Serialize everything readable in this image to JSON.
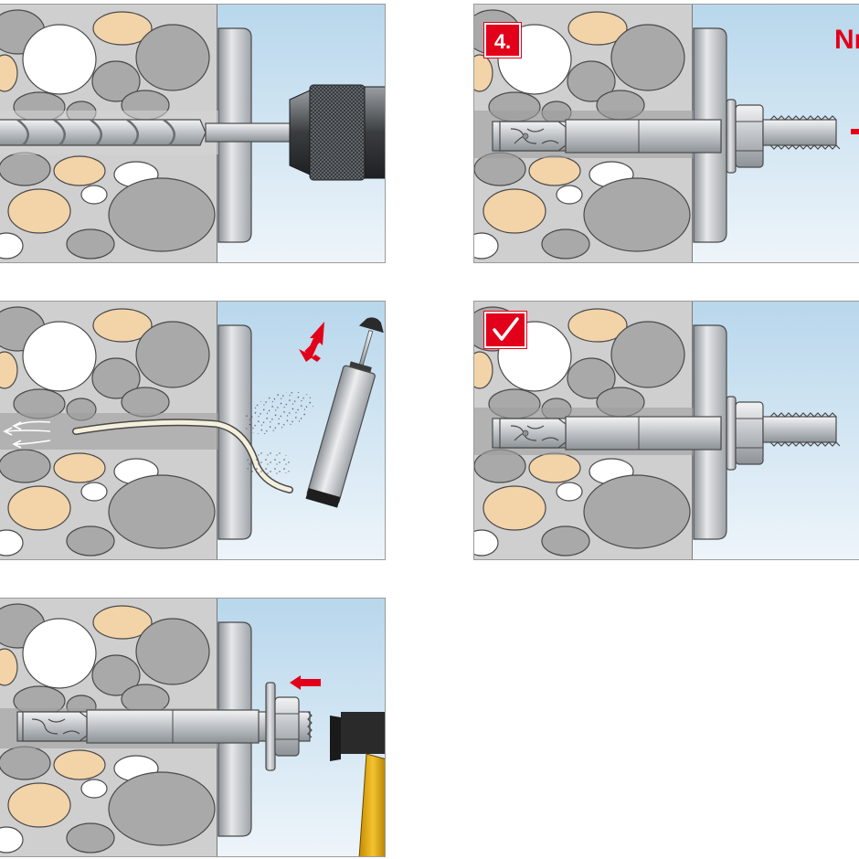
{
  "steps": [
    {
      "id": "drill-hole"
    },
    {
      "id": "clean-hole"
    },
    {
      "id": "hammer-in-anchor"
    },
    {
      "id": "tighten-nut",
      "badge": "4.",
      "torque_label": "Nm"
    },
    {
      "id": "installed",
      "badge_icon": "checkmark-icon"
    }
  ],
  "colors": {
    "concrete": "#cfcfcf",
    "stone_grey": "#a9a9a9",
    "stone_sand": "#f3d3a8",
    "stone_white": "#ffffff",
    "air_blue": "#d2e6f2",
    "steel": "#c8ccd0",
    "accent_red": "#e2001a",
    "hammer_handle": "#e8b418"
  }
}
